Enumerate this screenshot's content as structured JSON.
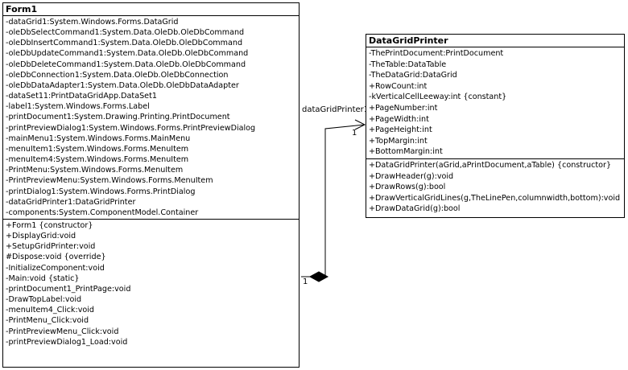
{
  "form1": {
    "name": "Form1",
    "attributes": [
      "-dataGrid1:System.Windows.Forms.DataGrid",
      "-oleDbSelectCommand1:System.Data.OleDb.OleDbCommand",
      "-oleDbInsertCommand1:System.Data.OleDb.OleDbCommand",
      "-oleDbUpdateCommand1:System.Data.OleDb.OleDbCommand",
      "-oleDbDeleteCommand1:System.Data.OleDb.OleDbCommand",
      "-oleDbConnection1:System.Data.OleDb.OleDbConnection",
      "-oleDbDataAdapter1:System.Data.OleDb.OleDbDataAdapter",
      "-dataSet11:PrintDataGridApp.DataSet1",
      "-label1:System.Windows.Forms.Label",
      "-printDocument1:System.Drawing.Printing.PrintDocument",
      "-printPreviewDialog1:System.Windows.Forms.PrintPreviewDialog",
      "-mainMenu1:System.Windows.Forms.MainMenu",
      "-menuItem1:System.Windows.Forms.MenuItem",
      "-menuItem4:System.Windows.Forms.MenuItem",
      "-PrintMenu:System.Windows.Forms.MenuItem",
      "-PrintPreviewMenu:System.Windows.Forms.MenuItem",
      "-printDialog1:System.Windows.Forms.PrintDialog",
      "-dataGridPrinter1:DataGridPrinter",
      "-components:System.ComponentModel.Container"
    ],
    "operations": [
      "+Form1 {constructor}",
      "+DisplayGrid:void",
      "+SetupGridPrinter:void",
      "#Dispose:void {override}",
      "-InitializeComponent:void",
      "-Main:void {static}",
      "-printDocument1_PrintPage:void",
      "-DrawTopLabel:void",
      "-menuItem4_Click:void",
      "-PrintMenu_Click:void",
      "-PrintPreviewMenu_Click:void",
      "-printPreviewDialog1_Load:void"
    ]
  },
  "datagridprinter": {
    "name": "DataGridPrinter",
    "attributes": [
      "-ThePrintDocument:PrintDocument",
      "-TheTable:DataTable",
      "-TheDataGrid:DataGrid",
      "+RowCount:int",
      "-kVerticalCellLeeway:int {constant}",
      "+PageNumber:int",
      "+PageWidth:int",
      "+PageHeight:int",
      "+TopMargin:int",
      "+BottomMargin:int"
    ],
    "operations": [
      "+DataGridPrinter(aGrid,aPrintDocument,aTable) {constructor}",
      "+DrawHeader(g):void",
      "+DrawRows(g):bool",
      "+DrawVerticalGridLines(g,TheLinePen,columnwidth,bottom):void",
      "+DrawDataGrid(g):bool"
    ]
  },
  "association": {
    "role_name": "dataGridPrinter1",
    "source_multiplicity": "1",
    "target_multiplicity": "1",
    "kind": "composition"
  }
}
